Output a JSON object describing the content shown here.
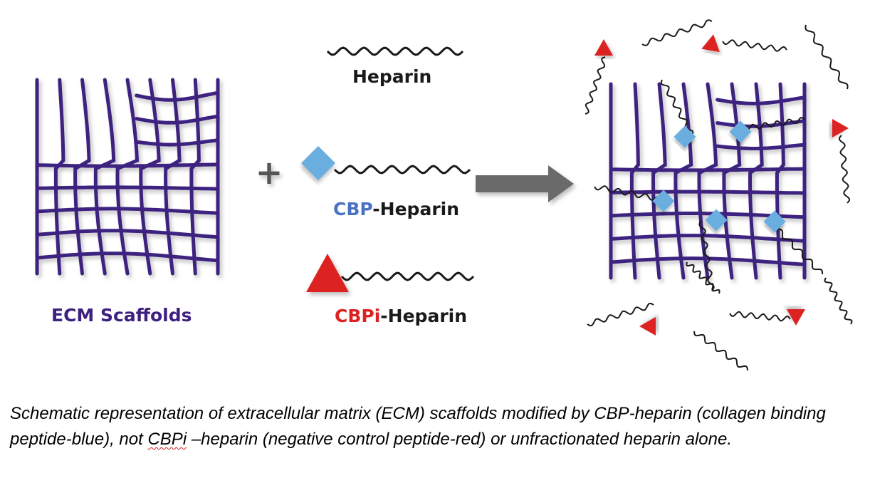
{
  "labels": {
    "heparin": "Heparin",
    "cbp_prefix": "CBP",
    "cbpi_prefix": "CBPi",
    "heparin_suffix": "-Heparin",
    "ecm": "ECM Scaffolds",
    "plus": "+"
  },
  "colors": {
    "scaffold": "#3d2080",
    "cbp": "#4a72c4",
    "cbp_diamond": "#6aaee0",
    "cbpi": "#dd2222",
    "chain": "#1a1a1a",
    "arrow": "#6b6b6b"
  },
  "caption": {
    "part1": "Schematic representation of extracellular matrix (ECM) scaffolds modified by CBP-heparin (collagen binding peptide-blue), not ",
    "underlined": "CBPi",
    "part2": " –heparin (negative control peptide-red) or unfractionated heparin alone."
  }
}
